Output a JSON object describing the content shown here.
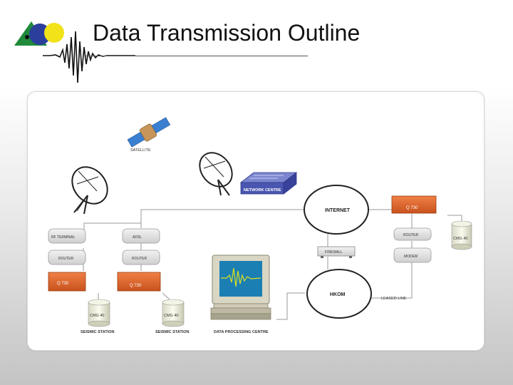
{
  "header": {
    "title": "Data Transmission Outline"
  },
  "diagram": {
    "satellite_label": "SATELLITE",
    "network_centre_label": "NETWORK CENTRE",
    "internet_label": "INTERNET",
    "firewall_label": "FIREWALL",
    "hkom_label": "HKOM",
    "leased_line_label": "LEASED LINE",
    "left_station": {
      "rf_terminal_label": "RF TERMINAL",
      "router_label": "ROUTER",
      "q730_label": "Q 730",
      "cmg_label": "CMG 40",
      "station_label": "SEISMIC STATION"
    },
    "middle_station": {
      "adsl_label": "ADSL",
      "router_label": "ROUTER",
      "q730_label": "Q 730",
      "cmg_label": "CMG 40",
      "station_label": "SEISMIC STATION"
    },
    "right_station": {
      "q730_label": "Q 730",
      "router_label": "ROUTER",
      "modem_label": "MODEM",
      "cmg_label": "CMG 40"
    },
    "data_processing_label": "DATA PROCESSING CENTRE",
    "colors": {
      "q730_orange": "#e0672f",
      "network_blue": "#4a56b0",
      "satellite_blue": "#3a7fd1",
      "monitor_screen": "#1b7fb4",
      "wave_color": "#dce11f"
    }
  }
}
